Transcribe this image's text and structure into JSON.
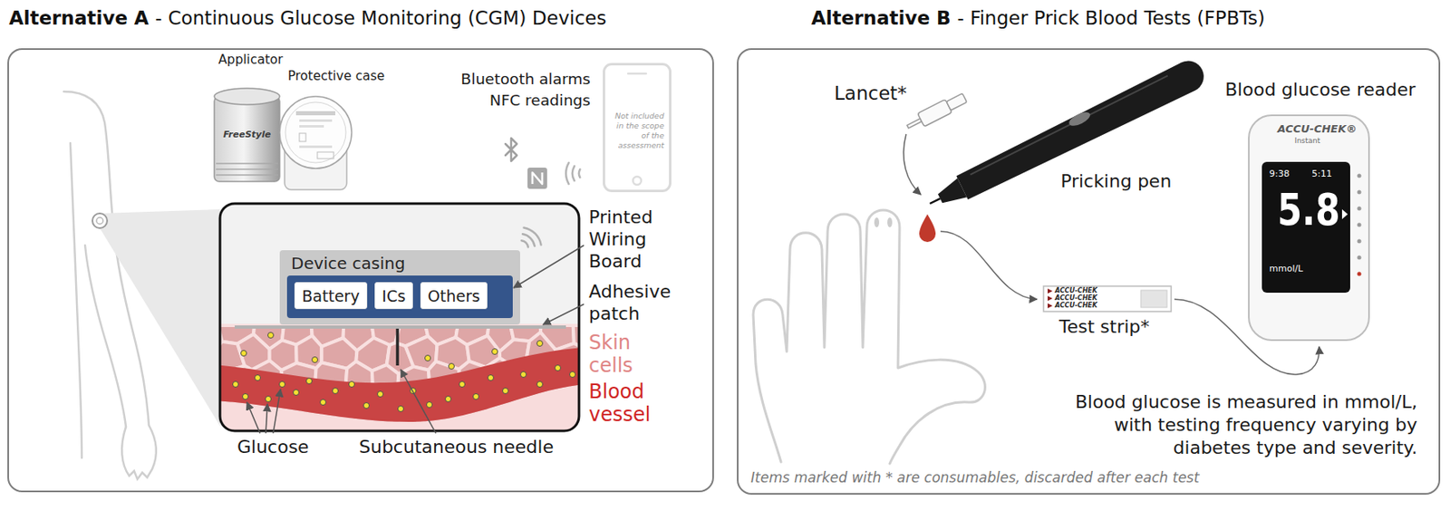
{
  "diagram": {
    "nodes": [
      {
        "text": [
          "Alternative A",
          "- Continuous Glucose Monitoring (CGM) Devices"
        ]
      },
      {
        "text": [
          "Not included in the scope of the assessment"
        ],
        "in": 0
      },
      {
        "text": [
          "Device casing"
        ],
        "in": 0
      },
      {
        "text": [
          "Battery"
        ],
        "in": 2
      },
      {
        "text": [
          "ICs"
        ],
        "in": 2
      },
      {
        "text": [
          "Others"
        ],
        "in": 2
      },
      {
        "text": [
          "Alternative B",
          "- Finger Prick Blood Tests (FPBTs)"
        ]
      }
    ],
    "labels": [
      "Applicator",
      "Protective case",
      "FreeStyle",
      "Bluetooth alarms NFC readings",
      "Printed Wiring Board",
      "Adhesive patch",
      "Skin cells",
      "Blood vessel",
      "Glucose",
      "Subcutaneous needle",
      "Lancet*",
      "Pricking pen",
      "Blood glucose reader",
      "ACCU-CHEK®",
      "Instant",
      "9:38",
      "5:11",
      "5.8",
      "mmol/L",
      "ACCU-CHEK",
      "ACCU-CHEK",
      "ACCU-CHEK",
      "Test strip*",
      "Blood glucose is measured in mmol/L, with testing frequency varying by diabetes type and severity.",
      "Items marked with * are consumables, discarded after each test"
    ]
  }
}
